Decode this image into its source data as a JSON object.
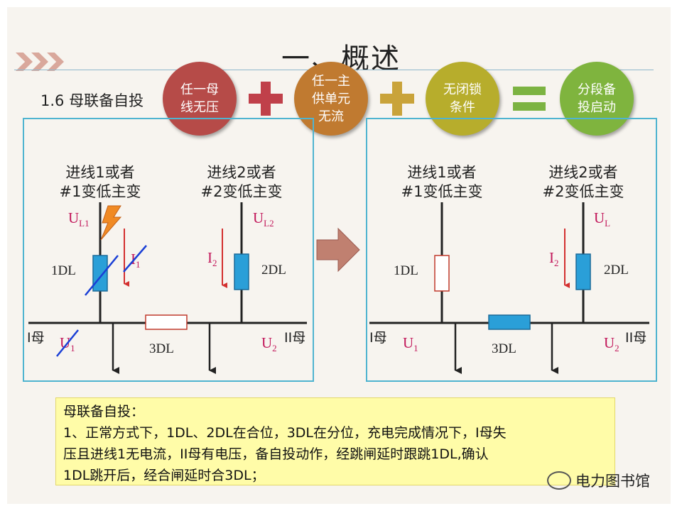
{
  "title": "一、概述",
  "section": "1.6  母联备自投",
  "circles": [
    {
      "text": "任一母\n线无压",
      "color": "#b64b48"
    },
    {
      "text": "任一主\n供单元\n无流",
      "color": "#c07a30"
    },
    {
      "text": "无闭锁\n条件",
      "color": "#b7ad2c"
    },
    {
      "text": "分段备\n投启动",
      "color": "#7fb43e"
    }
  ],
  "operators": {
    "plus": "+",
    "equals": "="
  },
  "left": {
    "line1": "进线1或者",
    "line1b": "#1变低主变",
    "line2": "进线2或者",
    "line2b": "#2变低主变",
    "ul1": "U",
    "ul1_sub": "L1",
    "ul2": "U",
    "ul2_sub": "L2",
    "i1": "I",
    "i1_sub": "1",
    "i2": "I",
    "i2_sub": "2",
    "dl1": "1DL",
    "dl2": "2DL",
    "dl3": "3DL",
    "bus1": "I母",
    "bus2": "II母",
    "u1": "U",
    "u1_sub": "1",
    "u2": "U",
    "u2_sub": "2"
  },
  "right": {
    "line1": "进线1或者",
    "line1b": "#1变低主变",
    "line2": "进线2或者",
    "line2b": "#2变低主变",
    "ul": "U",
    "ul_sub": "L",
    "i2": "I",
    "i2_sub": "2",
    "dl1": "1DL",
    "dl2": "2DL",
    "dl3": "3DL",
    "bus1": "I母",
    "bus2": "II母",
    "u1": "U",
    "u1_sub": "1",
    "u2": "U",
    "u2_sub": "2"
  },
  "note": {
    "heading": "母联备自投：",
    "body": "1、正常方式下，1DL、2DL在合位，3DL在分位，充电完成情况下，I母失\n压且进线1无电流，II母有电压，备自投动作，经跳闸延时跟跳1DL,确认\n1DL跳开后，经合闸延时合3DL；"
  },
  "watermark": "电力图书馆",
  "colors": {
    "panel_border": "#4fb4d0",
    "breaker_closed": "#2a9fd8",
    "breaker_open_border": "#c0392b",
    "label_magenta": "#c2185b",
    "strike_blue": "#1a3fd6",
    "arrow_red": "#d32f2f",
    "operator_red": "#c0404a",
    "operator_gold": "#c9a33a",
    "operator_green": "#7cb342",
    "big_arrow": "#c08070"
  }
}
